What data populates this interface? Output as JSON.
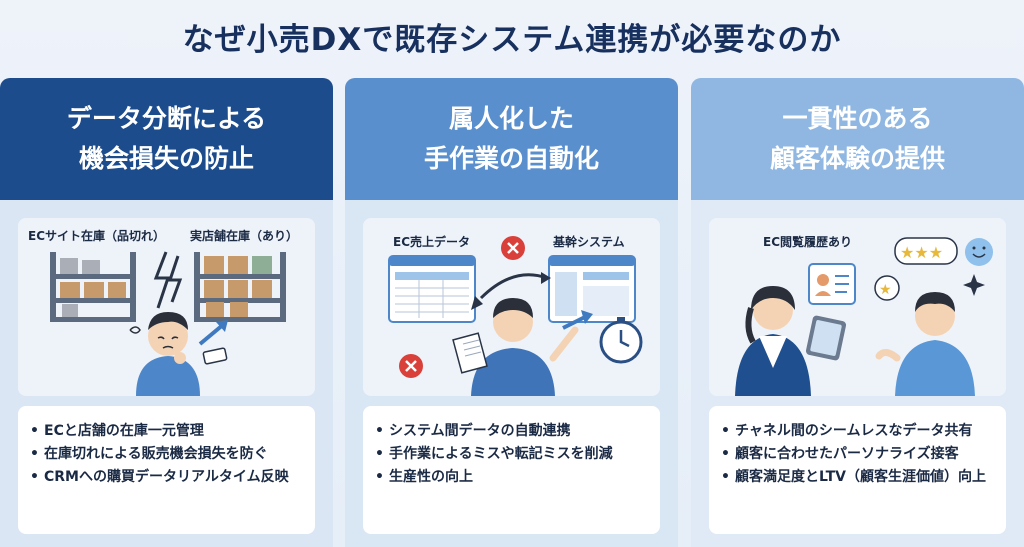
{
  "title": "なぜ小売DXで既存システム連携が必要なのか",
  "columns": [
    {
      "heading_line1": "データ分断による",
      "heading_line2": "機会損失の防止",
      "labels": [
        "ECサイト在庫（品切れ）",
        "実店舗在庫（あり）"
      ],
      "points": [
        "ECと店舗の在庫一元管理",
        "在庫切れによる販売機会損失を防ぐ",
        "CRMへの購買データリアルタイム反映"
      ]
    },
    {
      "heading_line1": "属人化した",
      "heading_line2": "手作業の自動化",
      "labels": [
        "EC売上データ",
        "基幹システム"
      ],
      "points": [
        "システム間データの自動連携",
        "手作業によるミスや転記ミスを削減",
        "生産性の向上"
      ]
    },
    {
      "heading_line1": "一貫性のある",
      "heading_line2": "顧客体験の提供",
      "labels": [
        "EC閲覧履歴あり"
      ],
      "points": [
        "チャネル間のシームレスなデータ共有",
        "顧客に合わせたパーソナライズ接客",
        "顧客満足度とLTV（顧客生涯価値）向上"
      ]
    }
  ],
  "colors": {
    "title": "#17305e",
    "head_dark": "#1c4c8c",
    "head_mid": "#5a8fcd",
    "head_light": "#8fb7e2",
    "error_red": "#d9403a"
  },
  "icons": [
    "warehouse-shelf-icon",
    "lightning-icon",
    "worried-person-icon",
    "spreadsheet-icon",
    "error-x-icon",
    "clock-icon",
    "staff-tablet-icon",
    "customer-icon",
    "stars-icon",
    "sparkle-icon"
  ]
}
